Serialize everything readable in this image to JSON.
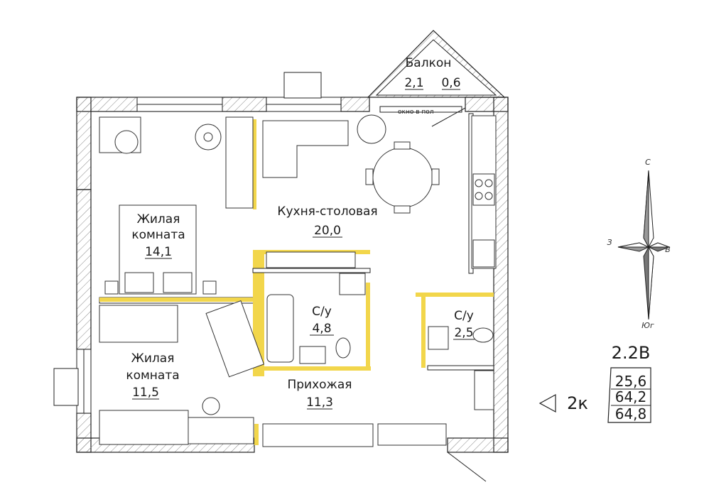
{
  "rooms": {
    "balcony": {
      "name": "Балкон",
      "area": "2,1",
      "area_reduced": "0,6"
    },
    "kitchen": {
      "name": "Кухня-столовая",
      "area": "20,0"
    },
    "bedroom1": {
      "name_line1": "Жилая",
      "name_line2": "комната",
      "area": "14,1"
    },
    "bedroom2": {
      "name_line1": "Жилая",
      "name_line2": "комната",
      "area": "11,5"
    },
    "bathroom1": {
      "name": "С/у",
      "area": "4,8"
    },
    "bathroom2": {
      "name": "С/у",
      "area": "2,5"
    },
    "hallway": {
      "name": "Прихожая",
      "area": "11,3"
    }
  },
  "window_note": "окно в пол",
  "compass": {
    "north": "С",
    "south": "Юг",
    "west": "З",
    "east": "В"
  },
  "apartment": {
    "code": "2.2В",
    "area_living": "25,6",
    "area_total": "64,2",
    "area_with_balcony": "64,8",
    "rooms_label": "2к"
  },
  "colors": {
    "wall_accent": "#f2d64b",
    "wall": "#ffffff",
    "line": "#222222"
  }
}
